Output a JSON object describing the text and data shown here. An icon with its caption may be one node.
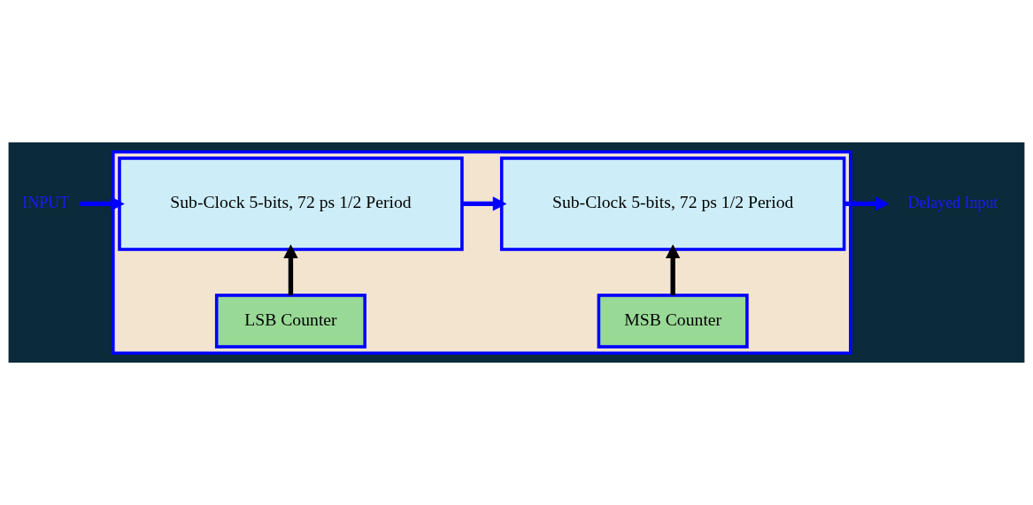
{
  "diagram": {
    "nodes": [
      {
        "text": [],
        "shape": "box"
      },
      {
        "text": [
          "Sub-Clock 5-bits, 72 ps 1/2 Period"
        ],
        "in": 0
      },
      {
        "text": [
          "Sub-Clock 5-bits, 72 ps 1/2 Period"
        ],
        "in": 0
      },
      {
        "text": [
          "LSB Counter"
        ],
        "in": 0
      },
      {
        "text": [
          "MSB Counter"
        ],
        "in": 0
      },
      {
        "text": [
          "INPUT"
        ]
      },
      {
        "text": [
          "Delayed Input"
        ]
      }
    ],
    "edges": [
      {
        "from": 5,
        "to": 1,
        "arrow": "to"
      },
      {
        "from": 1,
        "to": 2,
        "arrow": "to"
      },
      {
        "from": 2,
        "to": 6,
        "arrow": "to"
      },
      {
        "from": 3,
        "to": 1,
        "arrow": "to",
        "color": "#000000"
      },
      {
        "from": 4,
        "to": 2,
        "arrow": "to",
        "color": "#000000"
      }
    ]
  }
}
